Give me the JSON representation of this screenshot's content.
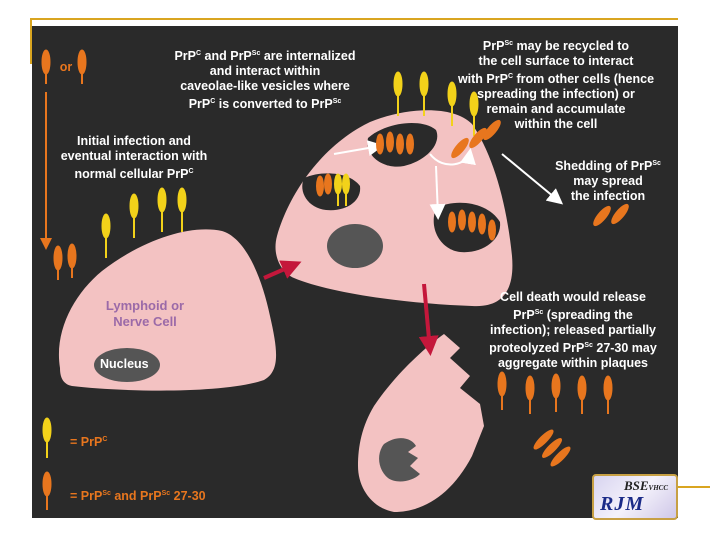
{
  "labels": {
    "or": "or",
    "internalized": "PrP^C and PrP^Sc are internalized\nand interact within\ncaveolae-like vesicles where\nPrP^C is converted to PrP^Sc",
    "recycled": "PrP^Sc may be recycled to\nthe cell surface to interact\nwith PrP^C from other cells (hence\nspreading the infection) or\nremain and accumulate\nwithin the cell",
    "initial_infection": "Initial infection and\neventual interaction with\nnormal cellular PrP^C",
    "shedding": "Shedding of PrP^Sc\nmay spread\nthe infection",
    "cell_label": "Lymphoid or\nNerve Cell",
    "nucleus": "Nucleus",
    "cell_death": "Cell death would release\nPrP^Sc (spreading the\ninfection); released partially\nproteolyzed PrP^Sc 27-30 may\naggregate within plaques",
    "legend_prpc": "= PrP^C",
    "legend_prpsc": "= PrP^Sc and PrP^Sc 27-30"
  },
  "logo": {
    "top": "BSE",
    "top_sub": "VHCC",
    "bottom": "RJM"
  },
  "colors": {
    "background": "#2a2a2a",
    "cell": "#f3c2c2",
    "nucleus": "#555555",
    "prpc": "#f2d21a",
    "prpsc": "#e8761e",
    "arrow": "#c4173b",
    "accent_line": "#d9a520"
  }
}
